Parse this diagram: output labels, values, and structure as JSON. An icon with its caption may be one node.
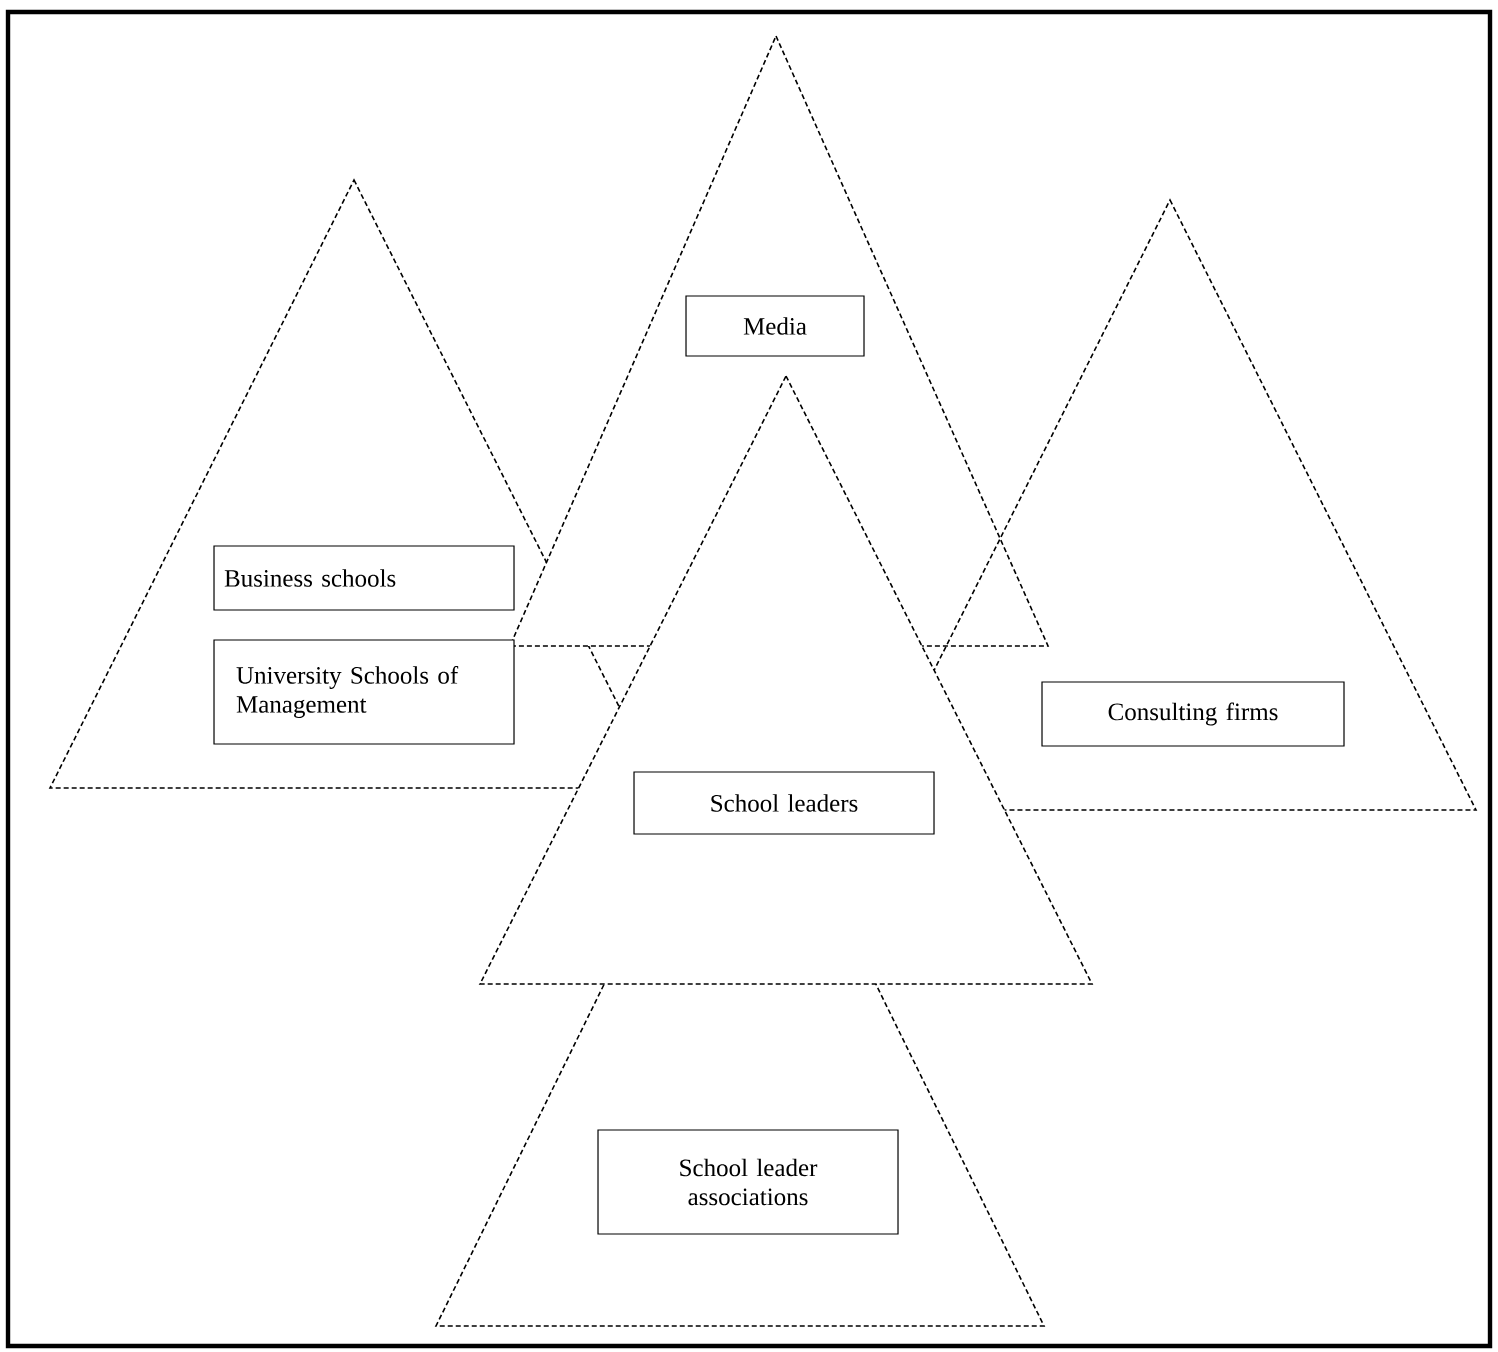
{
  "diagram": {
    "nodes": [
      {
        "text": [
          "Media"
        ]
      },
      {
        "text": [
          "Business schools"
        ]
      },
      {
        "text": [
          "University Schools of Management"
        ]
      },
      {
        "text": [
          "Consulting firms"
        ]
      },
      {
        "text": [
          "School leaders"
        ]
      },
      {
        "text": [
          "School leader associations"
        ]
      }
    ]
  }
}
